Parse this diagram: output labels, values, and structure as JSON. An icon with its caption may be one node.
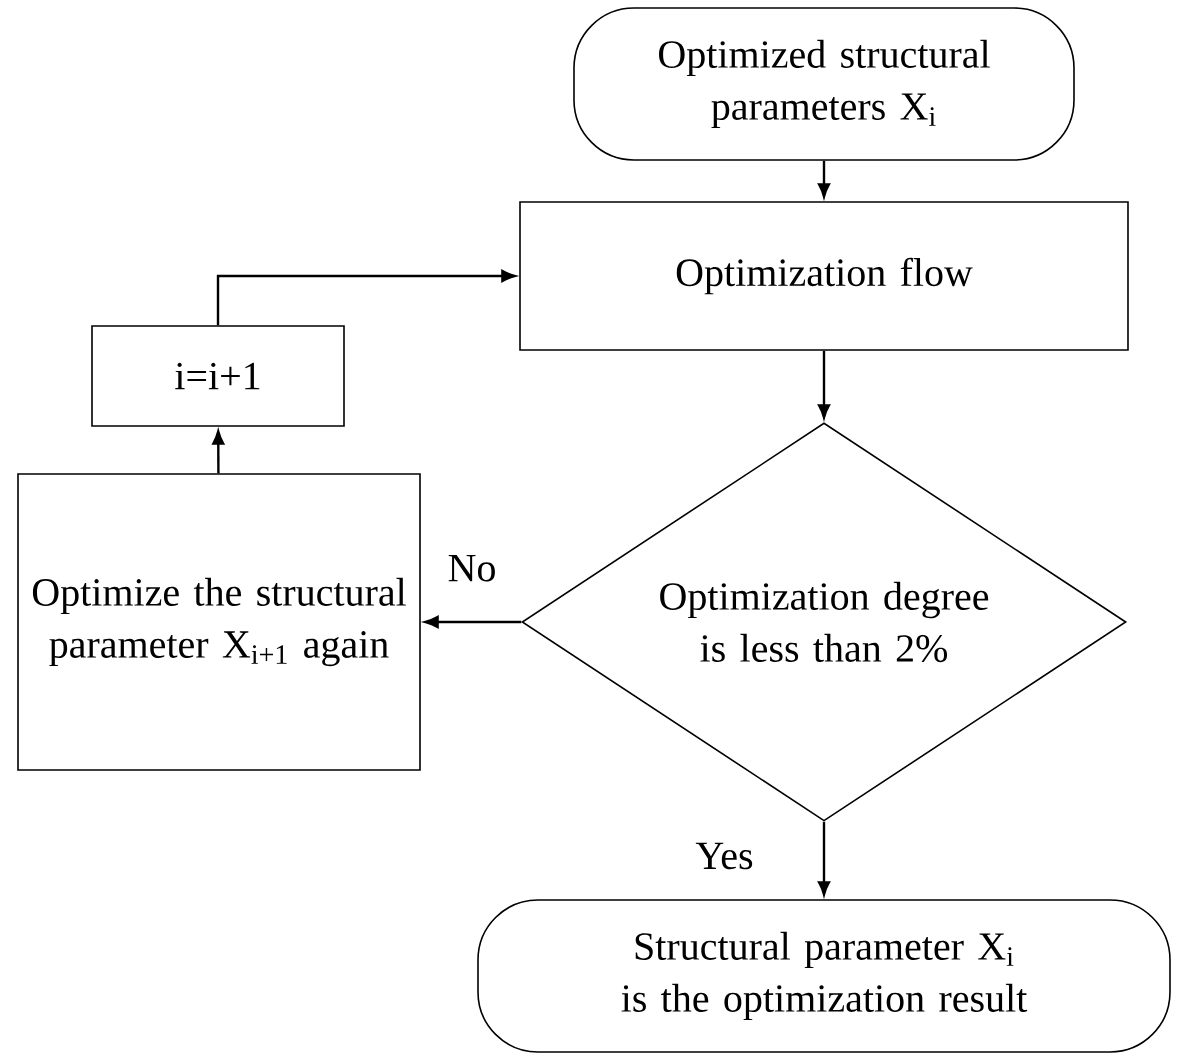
{
  "diagram": {
    "nodes": [
      {
        "text": [
          "Optimized structural parameters X$_{i}$"
        ]
      },
      {
        "text": [
          "Optimization flow"
        ]
      },
      {
        "text": [
          "Optimization degree is less than 2%"
        ]
      },
      {
        "text": [
          "i=i+1"
        ]
      },
      {
        "text": [
          "Optimize the structural parameter X$_{i+1}$ again"
        ]
      },
      {
        "text": [
          "Structural parameter X$_{i}$ is the optimization result"
        ]
      }
    ],
    "edges": [
      {
        "from": 0,
        "to": 1,
        "arrow": "to"
      },
      {
        "from": 1,
        "to": 2,
        "arrow": "to"
      },
      {
        "from": 2,
        "to": 4,
        "arrow": "to",
        "label": "No"
      },
      {
        "from": 4,
        "to": 3,
        "arrow": "to"
      },
      {
        "from": 3,
        "to": 1,
        "arrow": "to"
      },
      {
        "from": 2,
        "to": 5,
        "arrow": "to",
        "label": "Yes"
      }
    ]
  }
}
